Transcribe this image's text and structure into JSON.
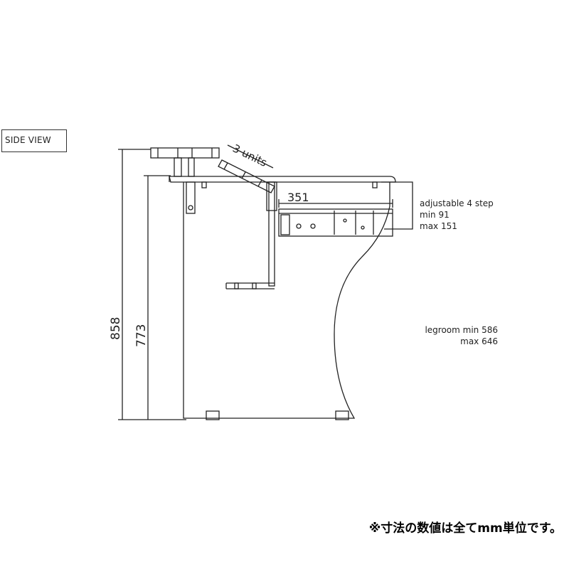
{
  "view_label": "SIDE VIEW",
  "dimensions": {
    "total_height": "858",
    "desk_height": "773",
    "shelf_depth": "351",
    "rack_label": "3 units"
  },
  "annotations": {
    "adjustable_line1": "adjustable 4 step",
    "adjustable_line2": "min 91",
    "adjustable_line3": "max 151",
    "legroom_line1": "legroom min 586",
    "legroom_line2": "max 646"
  },
  "footnote": "※寸法の数値は全てmm単位です。"
}
